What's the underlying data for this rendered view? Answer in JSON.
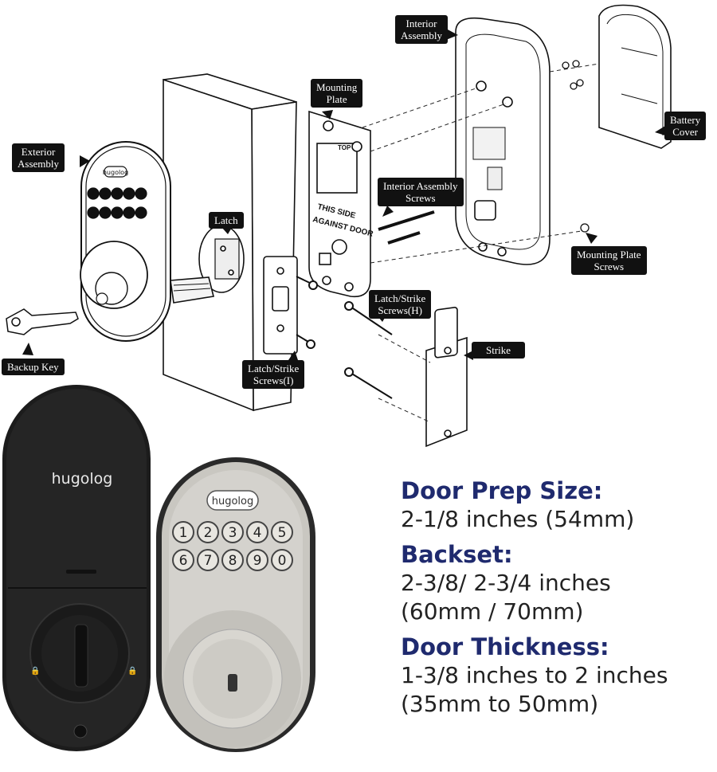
{
  "diagram": {
    "callouts": {
      "interior_assembly": [
        "Interior",
        "Assembly"
      ],
      "mounting_plate": [
        "Mounting",
        "Plate"
      ],
      "battery_cover": [
        "Battery",
        "Cover"
      ],
      "exterior_assembly": [
        "Exterior",
        "Assembly"
      ],
      "latch": [
        "Latch"
      ],
      "interior_assembly_screws": [
        "Interior Assembly",
        "Screws"
      ],
      "mounting_plate_screws": [
        "Mounting Plate",
        "Screws"
      ],
      "latch_strike_screws_h": [
        "Latch/Strike",
        "Screws(H)"
      ],
      "strike": [
        "Strike"
      ],
      "backup_key": [
        "Backup Key"
      ],
      "latch_strike_screws_i": [
        "Latch/Strike",
        "Screws(I)"
      ]
    },
    "plate_markings": {
      "top": "TOP",
      "line1": "THIS SIDE",
      "line2": "AGAINST DOOR"
    },
    "keypad_digits_top": [
      "1",
      "2",
      "3",
      "4",
      "5"
    ],
    "keypad_digits_bottom": [
      "6",
      "7",
      "8",
      "9",
      "0"
    ]
  },
  "product": {
    "brand_interior": "hugolog",
    "brand_exterior": "hugolog",
    "keypad_row1": [
      "1",
      "2",
      "3",
      "4",
      "5"
    ],
    "keypad_row2": [
      "6",
      "7",
      "8",
      "9",
      "0"
    ]
  },
  "specs": [
    {
      "heading": "Door Prep Size:",
      "value_lines": [
        "2-1/8 inches (54mm)"
      ]
    },
    {
      "heading": "Backset:",
      "value_lines": [
        "2-3/8/ 2-3/4 inches",
        "(60mm / 70mm)"
      ]
    },
    {
      "heading": "Door Thickness:",
      "value_lines": [
        "1-3/8 inches to 2 inches",
        "(35mm to 50mm)"
      ]
    }
  ],
  "colors": {
    "heading": "#1f2a6e",
    "callout_bg": "#111111",
    "interior_lock": "#1c1c1c",
    "satin_nickel": "#c9c7c1"
  }
}
